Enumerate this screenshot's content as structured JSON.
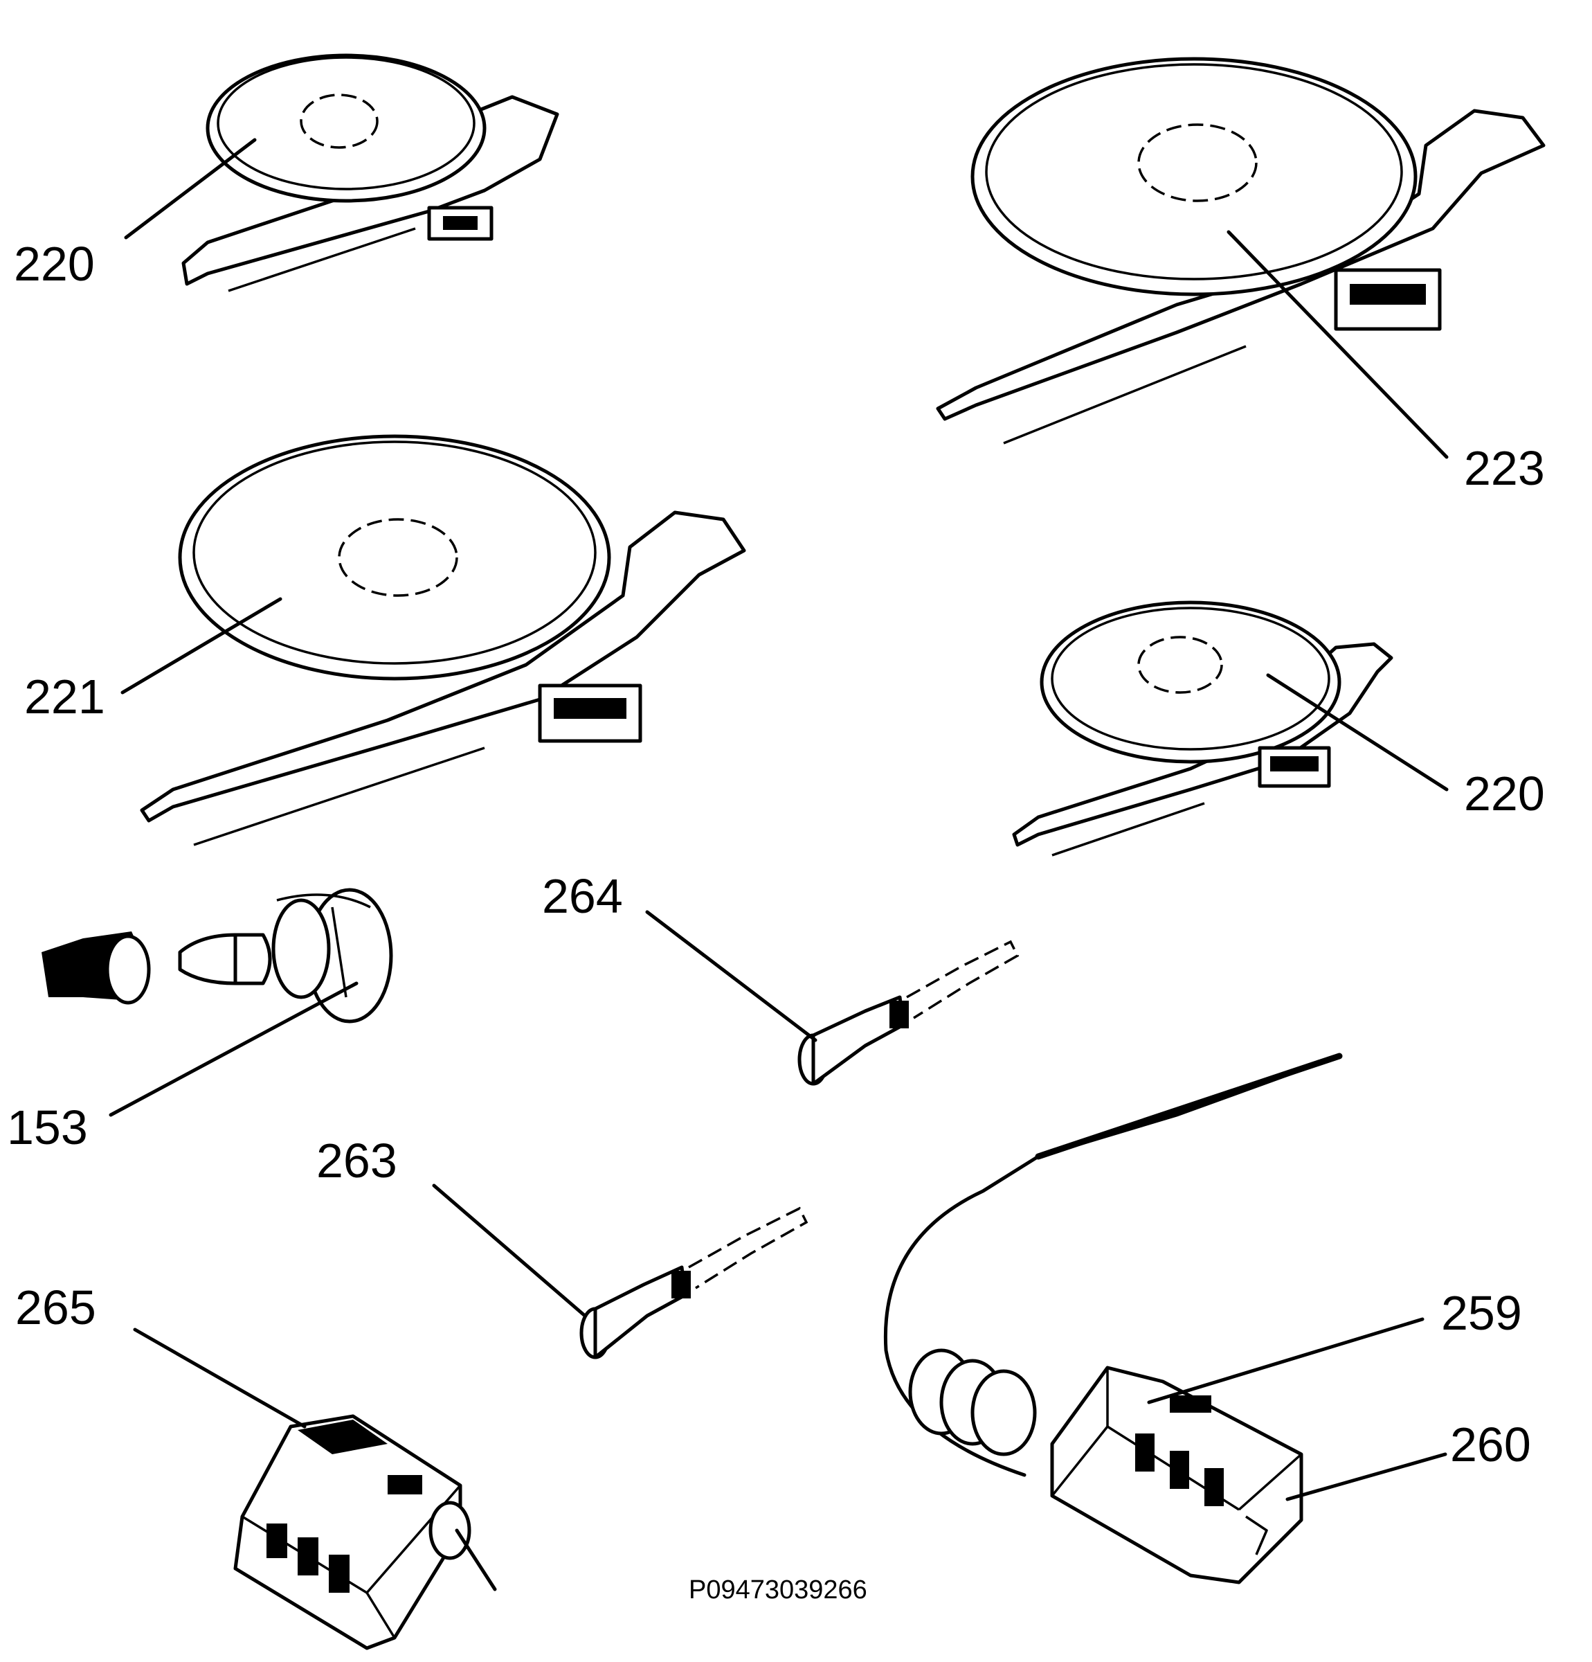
{
  "labels": [
    {
      "id": "220a",
      "text": "220"
    },
    {
      "id": "223",
      "text": "223"
    },
    {
      "id": "221",
      "text": "221"
    },
    {
      "id": "220b",
      "text": "220"
    },
    {
      "id": "264",
      "text": "264"
    },
    {
      "id": "153",
      "text": "153"
    },
    {
      "id": "263",
      "text": "263"
    },
    {
      "id": "265",
      "text": "265"
    },
    {
      "id": "259",
      "text": "259"
    },
    {
      "id": "260",
      "text": "260"
    }
  ],
  "drawing_code": "P09473039266"
}
